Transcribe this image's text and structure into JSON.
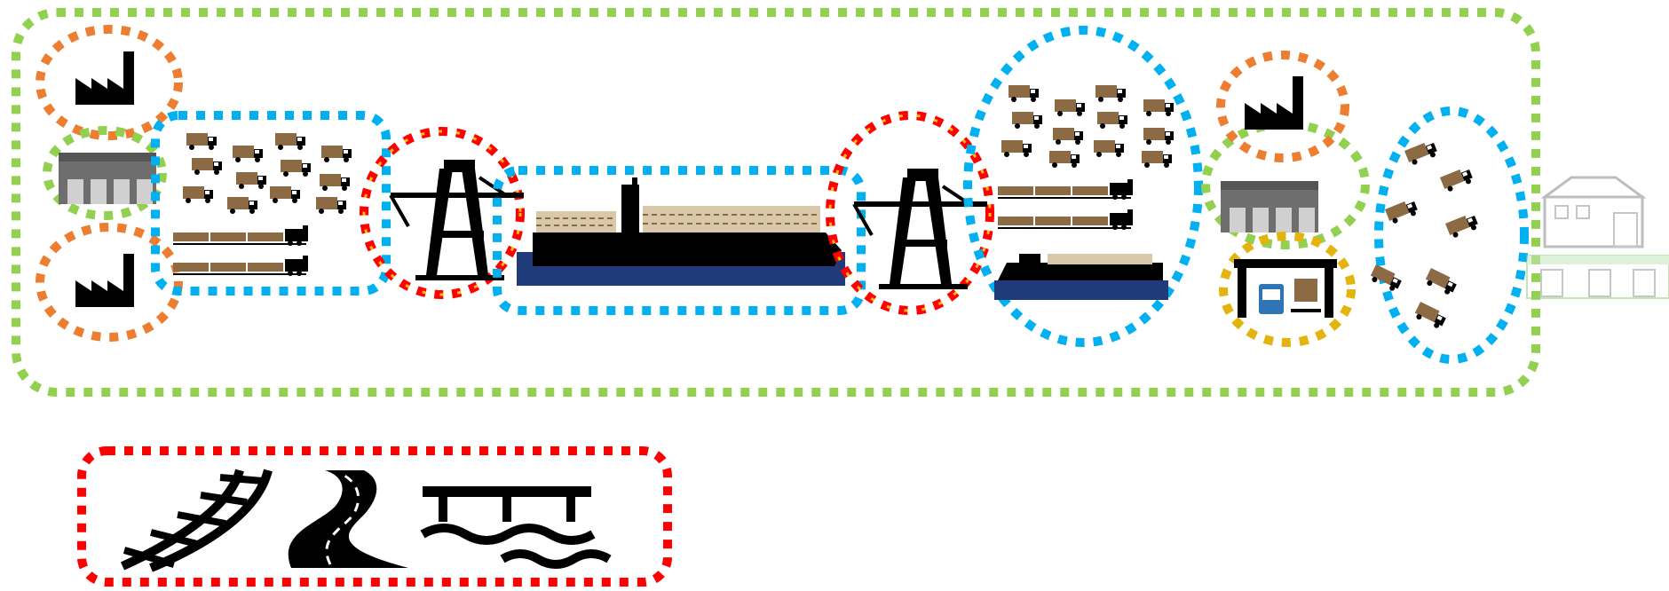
{
  "title": "",
  "colors": {
    "supply_chain_boundary": "#92d050",
    "producer": "#ed7d31",
    "warehouse_node": "#92d050",
    "transport_flow": "#00b0f0",
    "transfer_node": "#ff0000",
    "transfer_node_inner": "#ffc000",
    "retail_node": "#e3b30e",
    "icon_black": "#000000",
    "truck_brown": "#8b6a44",
    "ship_hull": "#1f3b7a",
    "faded_building": "#bdbdbd"
  },
  "stages": [
    {
      "id": "manufacturers",
      "icons": [
        "factory-icon",
        "warehouse-icon",
        "factory-icon"
      ]
    },
    {
      "id": "inbound-transport",
      "icons": [
        "truck-icon",
        "train-icon"
      ]
    },
    {
      "id": "origin-port",
      "icons": [
        "port-crane-icon"
      ]
    },
    {
      "id": "sea-transport",
      "icons": [
        "container-ship-icon"
      ]
    },
    {
      "id": "destination-port",
      "icons": [
        "port-crane-icon"
      ]
    },
    {
      "id": "hinterland-transport",
      "icons": [
        "truck-icon",
        "train-icon",
        "barge-icon"
      ]
    },
    {
      "id": "distribution",
      "icons": [
        "factory-icon",
        "warehouse-icon",
        "bus-station-icon"
      ]
    },
    {
      "id": "last-mile",
      "icons": [
        "truck-icon"
      ]
    },
    {
      "id": "end-customers",
      "icons": [
        "house-icon",
        "shop-icon"
      ]
    }
  ],
  "legend": {
    "icons": [
      "railway-icon",
      "road-icon",
      "waterway-icon"
    ]
  }
}
